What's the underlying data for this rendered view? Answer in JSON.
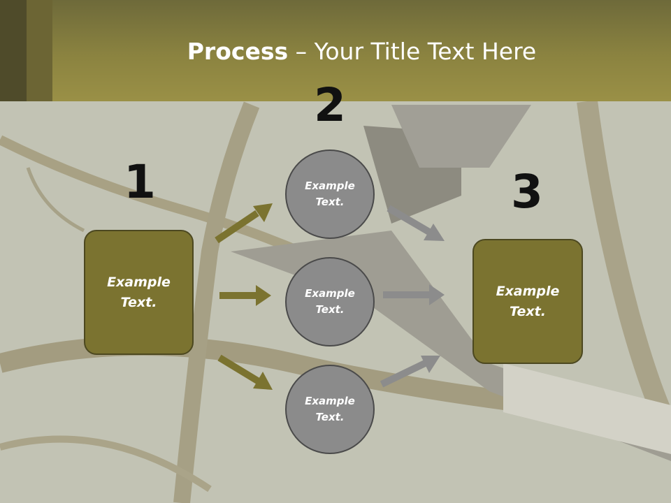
{
  "slide": {
    "title_bold": "Process",
    "title_rest": " – Your Title Text Here",
    "steps": {
      "one": "1",
      "two": "2",
      "three": "3"
    },
    "left_box_text": "Example\nText.",
    "right_box_text": "Example\nText.",
    "circles": [
      "Example\nText.",
      "Example\nText.",
      "Example\nText."
    ]
  },
  "colors": {
    "header": "#8b8340",
    "box_fill": "#7b7330",
    "circle_fill": "#8b8b8b",
    "arrow_olive": "#7b7330",
    "arrow_gray": "#8c8c8c"
  }
}
